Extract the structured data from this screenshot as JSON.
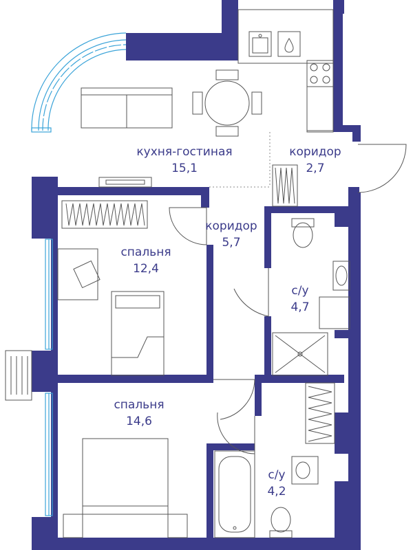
{
  "colors": {
    "walls": "#3b3b8a",
    "windows": "#3aa3d8",
    "furniture": "#555555",
    "background": "#ffffff",
    "label_text": "#3b3b8a"
  },
  "rooms": [
    {
      "id": "kitchen-living",
      "name": "кухня-гостиная",
      "area": "15,1"
    },
    {
      "id": "corridor-entry",
      "name": "коридор",
      "area": "2,7"
    },
    {
      "id": "corridor-main",
      "name": "коридор",
      "area": "5,7"
    },
    {
      "id": "bedroom-1",
      "name": "спальня",
      "area": "12,4"
    },
    {
      "id": "bathroom-1",
      "name": "с/у",
      "area": "4,7"
    },
    {
      "id": "bedroom-2",
      "name": "спальня",
      "area": "14,6"
    },
    {
      "id": "bathroom-2",
      "name": "с/у",
      "area": "4,2"
    }
  ]
}
